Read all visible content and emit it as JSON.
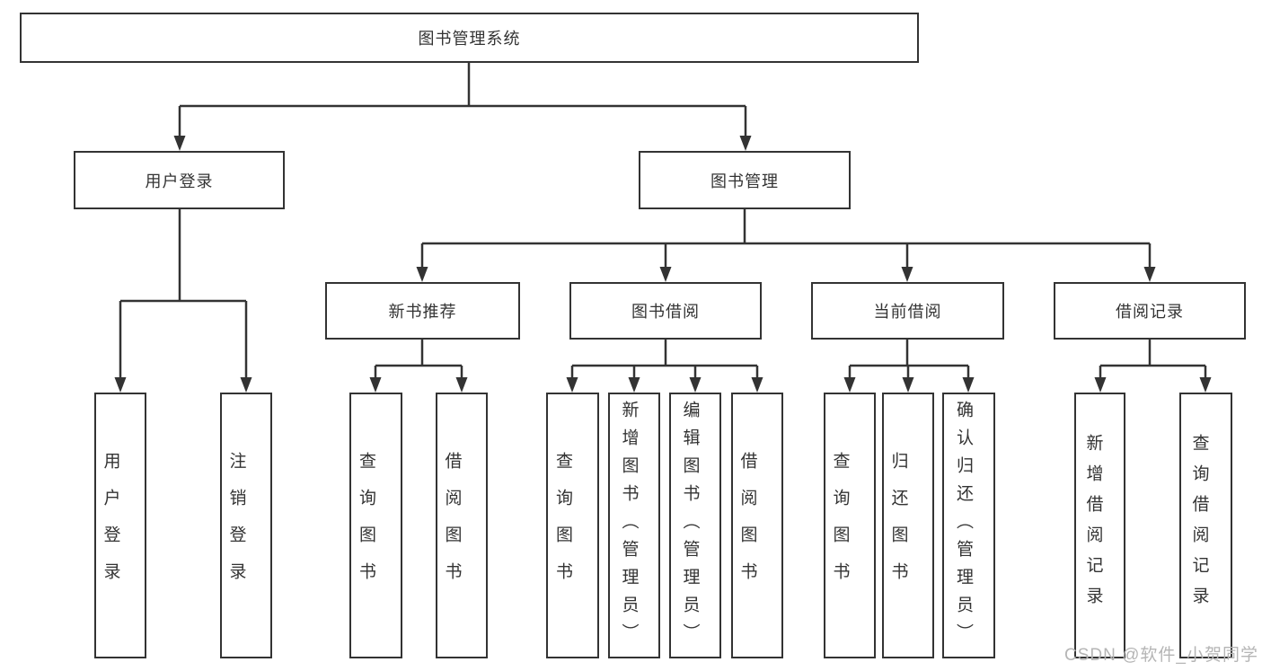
{
  "diagram_title": "图书管理系统",
  "tree": {
    "root": {
      "label": "图书管理系统"
    },
    "branches": [
      {
        "label": "用户登录",
        "children": [
          {
            "label": "用户登录"
          },
          {
            "label": "注销登录"
          }
        ]
      },
      {
        "label": "图书管理",
        "groups": [
          {
            "label": "新书推荐",
            "children": [
              {
                "label": "查询图书"
              },
              {
                "label": "借阅图书"
              }
            ]
          },
          {
            "label": "图书借阅",
            "children": [
              {
                "label": "查询图书"
              },
              {
                "label": "新增图书（管理员）"
              },
              {
                "label": "编辑图书（管理员）"
              },
              {
                "label": "借阅图书"
              }
            ]
          },
          {
            "label": "当前借阅",
            "children": [
              {
                "label": "查询图书"
              },
              {
                "label": "归还图书"
              },
              {
                "label": "确认归还（管理员）"
              }
            ]
          },
          {
            "label": "借阅记录",
            "children": [
              {
                "label": "新增借阅记录"
              },
              {
                "label": "查询借阅记录"
              }
            ]
          }
        ]
      }
    ]
  },
  "watermark": {
    "text": "CSDN @软件_小贺同学"
  },
  "colors": {
    "line": "#333333",
    "text": "#333333",
    "background": "#ffffff",
    "watermark": "#b5b5b5"
  }
}
